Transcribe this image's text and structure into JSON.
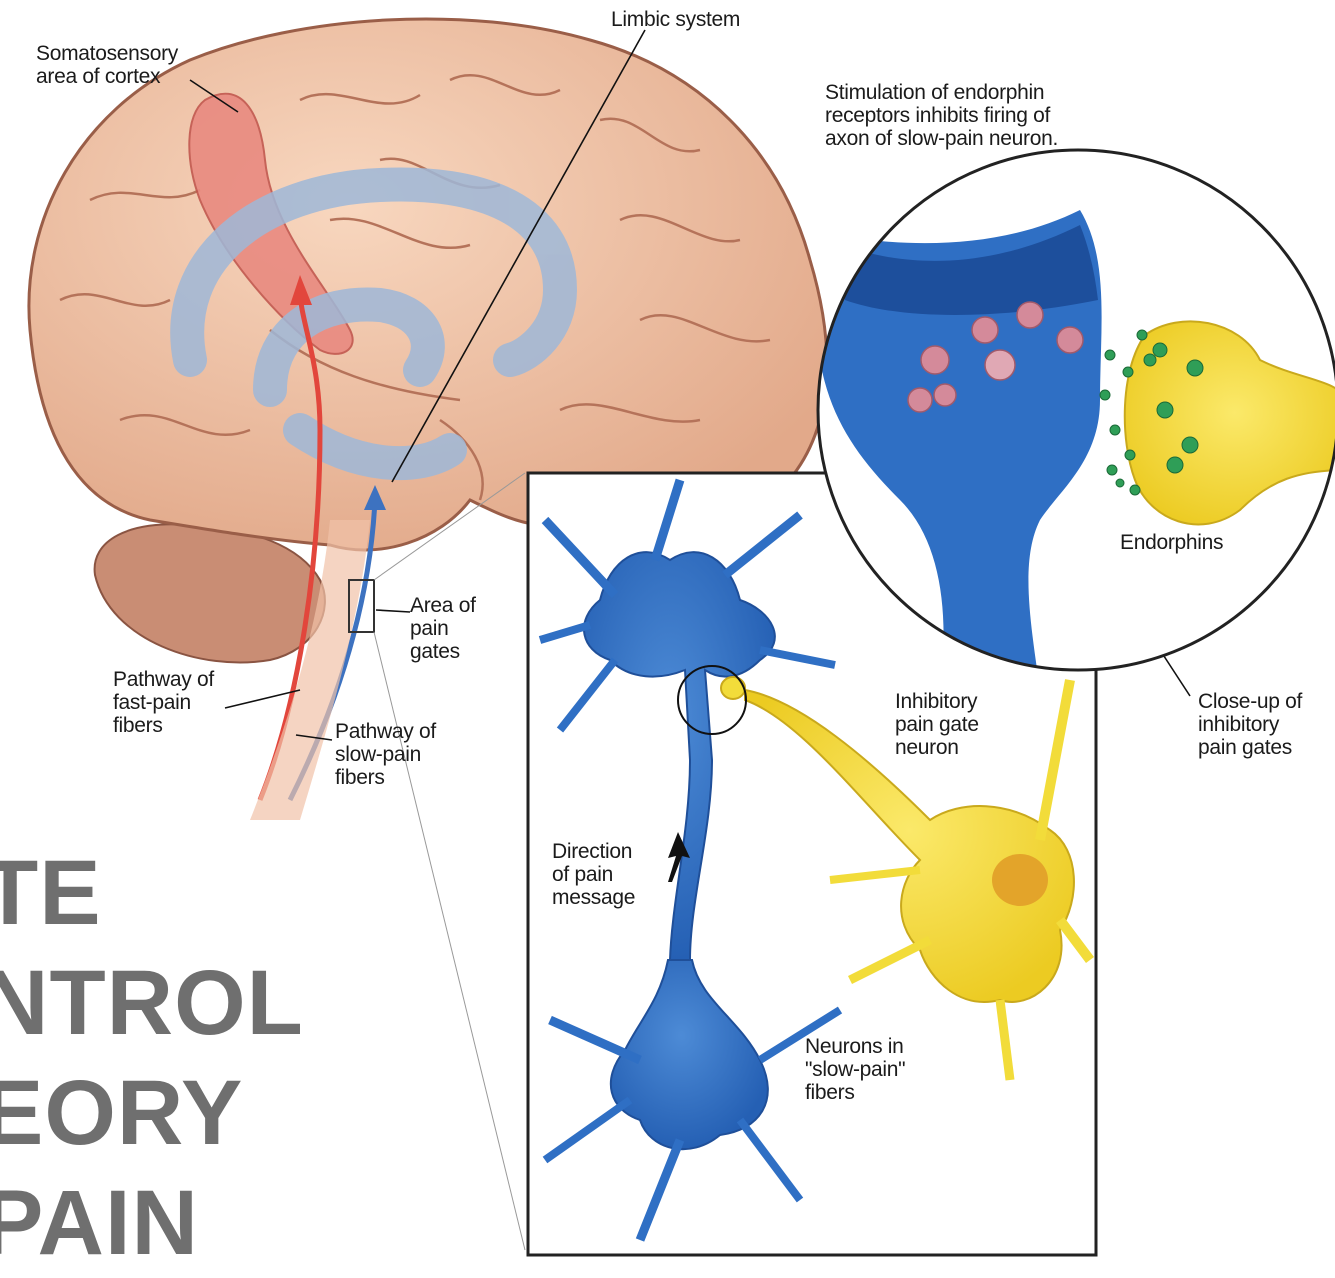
{
  "labels": {
    "somatosensory": "Somatosensory\narea of cortex",
    "limbic": "Limbic system",
    "stimulation": "Stimulation of endorphin\nreceptors inhibits firing of\naxon of slow-pain neuron.",
    "endorphins": "Endorphins",
    "area_gates": "Area of\npain\ngates",
    "fast_pain": "Pathway of\nfast-pain\nfibers",
    "slow_pain": "Pathway of\nslow-pain\nfibers",
    "inhibitory": "Inhibitory\npain gate\nneuron",
    "closeup": "Close-up of\ninhibitory\npain gates",
    "direction": "Direction\nof pain\nmessage",
    "neurons_slow": "Neurons in\n\"slow-pain\"\nfibers"
  },
  "title_lines": [
    "TE",
    "NTROL",
    "EORY",
    "PAIN"
  ],
  "colors": {
    "brain": "#f2c4a6",
    "cortex": "#e98a80",
    "limbic": "#9fb8d8",
    "neuron_blue": "#2f6fc4",
    "gate_yellow": "#f2dc3a",
    "title_gray": "#6f6f6f"
  }
}
